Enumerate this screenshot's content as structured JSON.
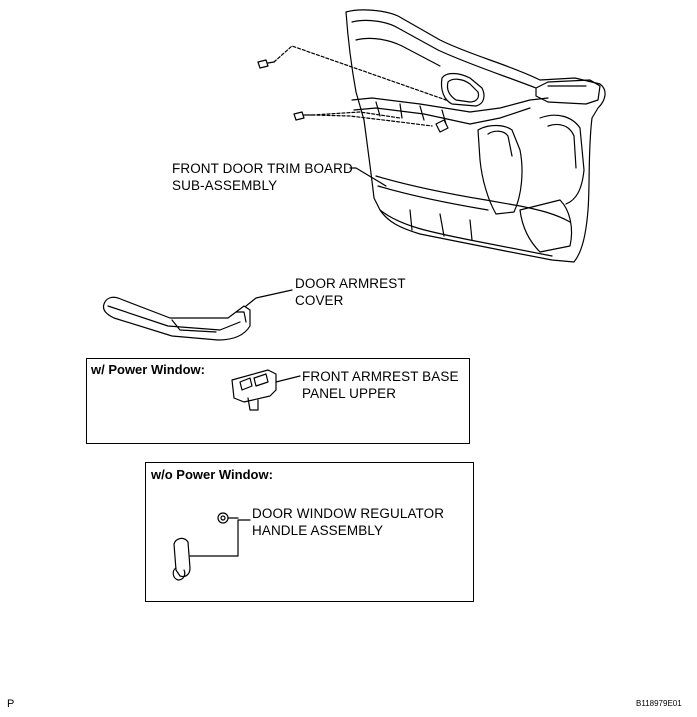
{
  "parts": {
    "trim_board": {
      "line1": "FRONT DOOR TRIM BOARD",
      "line2": "SUB-ASSEMBLY"
    },
    "armrest_cover": {
      "line1": "DOOR ARMREST",
      "line2": "COVER"
    },
    "armrest_base": {
      "line1": "FRONT ARMREST BASE",
      "line2": "PANEL UPPER"
    },
    "regulator_handle": {
      "line1": "DOOR WINDOW REGULATOR",
      "line2": "HANDLE ASSEMBLY"
    }
  },
  "boxes": {
    "power_window_title": "w/ Power Window:",
    "no_power_window_title": "w/o Power Window:"
  },
  "footer": {
    "page_mark": "P",
    "figure_code": "B118979E01"
  }
}
